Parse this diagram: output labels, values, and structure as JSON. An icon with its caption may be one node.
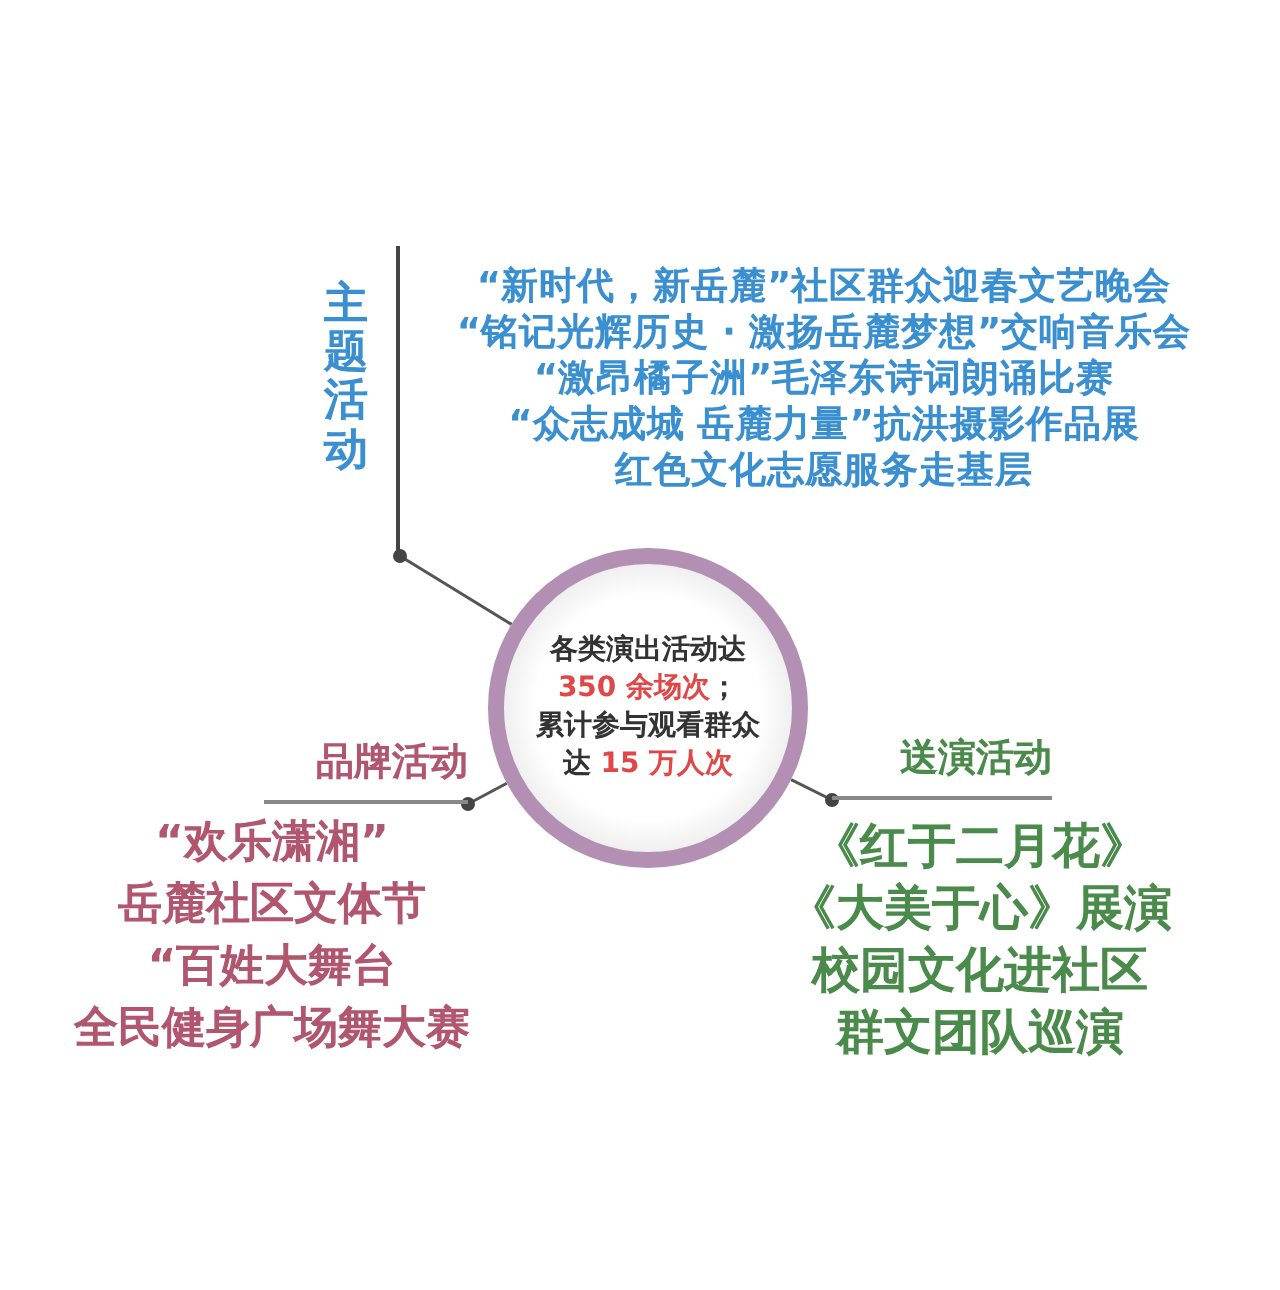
{
  "diagram": {
    "nodes": [
      {
        "text": [
          "各类演出活动达 **350 余场次**；",
          "累计参与观看群众达 **15 万人次**"
        ]
      },
      {
        "text": [
          "主题活动"
        ],
        "beside": [
          "“新时代，新岳麓”社区群众迎春文艺晚会",
          "“铭记光辉历史 · 激扬岳麓梦想”交响音乐会",
          "“激昂橘子洲”毛泽东诗词朗诵比赛",
          "“众志成城 岳麓力量”抗洪摄影作品展",
          "红色文化志愿服务走基层"
        ]
      },
      {
        "text": [
          "品牌活动"
        ],
        "beside": [
          "“欢乐潇湘”",
          "岳麓社区文体节",
          "“百姓大舞台",
          "全民健身广场舞大赛"
        ]
      },
      {
        "text": [
          "送演活动"
        ],
        "beside": [
          "《红于二月花》",
          "《大美于心》展演",
          "校园文化进社区",
          "群文团队巡演"
        ]
      }
    ],
    "edges": [
      {
        "from": 0,
        "to": 1,
        "arrow": "other"
      },
      {
        "from": 0,
        "to": 2,
        "arrow": "other"
      },
      {
        "from": 0,
        "to": 3,
        "arrow": "other"
      }
    ]
  }
}
